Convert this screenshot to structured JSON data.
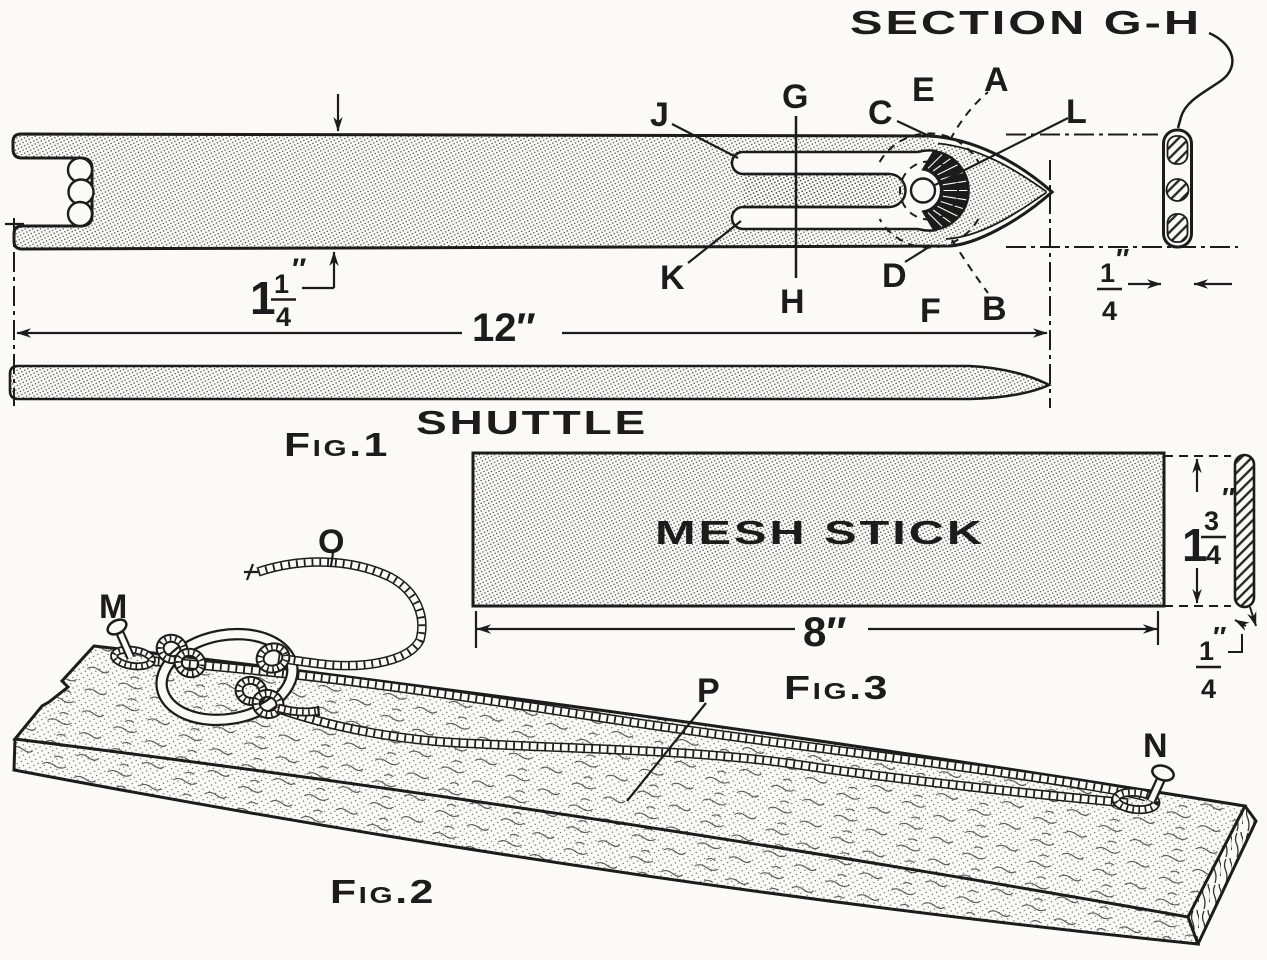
{
  "colors": {
    "paper": "#fbfaf7",
    "ink": "#1c1c1c"
  },
  "fig1": {
    "caption": "Fig.1",
    "title": "SHUTTLE",
    "section_title": "SECTION G-H",
    "labels": {
      "j": "J",
      "g": "G",
      "h": "H",
      "k": "K",
      "c": "C",
      "d": "D",
      "e": "E",
      "f": "F",
      "a": "A",
      "b": "B",
      "l": "L"
    },
    "dims": {
      "length": "12″",
      "width": {
        "whole": "1",
        "num": "1",
        "den": "4",
        "unit": "″"
      },
      "thickness": {
        "num": "1",
        "den": "4",
        "unit": "″"
      }
    }
  },
  "fig2": {
    "caption": "Fig.2",
    "labels": {
      "m": "M",
      "n": "N",
      "o": "O",
      "p": "P"
    }
  },
  "fig3": {
    "caption": "Fig.3",
    "title": "MESH STICK",
    "dims": {
      "length": "8″",
      "width": {
        "whole": "1",
        "num": "3",
        "den": "4",
        "unit": "″"
      },
      "thickness": {
        "num": "1",
        "den": "4",
        "unit": "″"
      }
    }
  }
}
